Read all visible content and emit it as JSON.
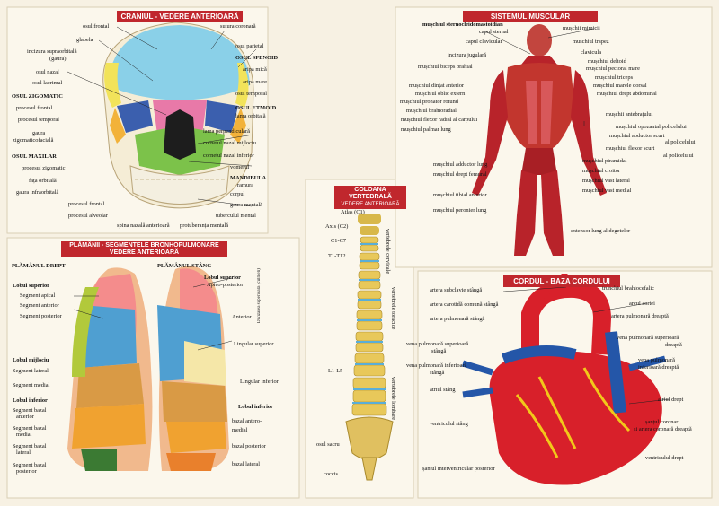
{
  "skull": {
    "title": "CRANIUL - VEDERE ANTERIOARĂ",
    "labels_left": [
      "osul frontal",
      "glabela",
      "incizura supraorbitală",
      "(gaura)",
      "osul nazal",
      "osul lacrimal",
      "OSUL ZIGOMATIC",
      "procesul frontal",
      "procesul temporal",
      "gaura",
      "zigomaticofacială",
      "OSUL MAXILAR",
      "procesul zigomatic",
      "fața orbitală",
      "gaura infraorbitală",
      "procesul frontal",
      "procesul alveolar",
      "spina nazală anterioară"
    ],
    "labels_right": [
      "sutura coronară",
      "osul parietal",
      "OSUL SFENOID",
      "aripa mică",
      "aripa mare",
      "osul temporal",
      "OSUL ETMOID",
      "lama orbitală",
      "lama perpendiculară",
      "cornetul nazal mijlociu",
      "cornetul nazal inferior",
      "vomerul",
      "MANDIBULA",
      "ramura",
      "corpul",
      "gaura mentală",
      "tuberculul mental",
      "protuberanța mentală"
    ]
  },
  "lungs": {
    "title_line1": "PLĂMÂNII - SEGMENTELE BRONHOPULMONARE",
    "title_line2": "VEDERE ANTERIOARĂ",
    "right_lung": "PLĂMÂNUL DREPT",
    "left_lung": "PLĂMÂNUL STÂNG",
    "labels_left": [
      "Lobul superior",
      "Segment apical",
      "Segment anterior",
      "Segment posterior",
      "Lobul mijlociu",
      "Segment lateral",
      "Segment medial",
      "Lobul inferior",
      "Segment bazal",
      "anterior",
      "Segment bazal",
      "medial",
      "Segment bazal",
      "lateral",
      "Segment bazal",
      "posterior"
    ],
    "labels_right": [
      "Lobul superior",
      "Apico-posterior",
      "Anterior",
      "Lingular superior",
      "Lingular inferior",
      "Lobul inferior",
      "bazal antero-",
      "medial",
      "bazal posterior",
      "bazal lateral"
    ],
    "vertical_note": "Divizarea superioară (culmen)"
  },
  "spine": {
    "title_line1": "COLOANA VERTEBRALĂ",
    "title_line2": "VEDERE ANTERIOARĂ",
    "labels": [
      "Atlas (C1)",
      "Axis (C2)",
      "C1-C7",
      "T1-T12",
      "L1-L5",
      "osul sacru",
      "coccis"
    ],
    "vertical_labels": [
      "vertebrele cervicale",
      "vertebrele toracice",
      "vertebrele lombare"
    ]
  },
  "muscles": {
    "title": "SISTEMUL MUSCULAR",
    "labels_left": [
      "mușchiul sternocleidomastoidian",
      "capul sternal",
      "capul clavicular",
      "incizura jugulară",
      "mușchiul biceps brahial",
      "mușchiul dințat anterior",
      "mușchiul oblic extern",
      "mușchiul pronator rotund",
      "mușchiul brahioradial",
      "mușchiul flexor radial al carpului",
      "mușchiul palmar lung",
      "mușchiul adductor lung",
      "mușchiul drept femural",
      "mușchiul tibial anterior",
      "mușchiul peronier lung"
    ],
    "labels_right": [
      "mușchii mimicii",
      "mușchiul trapez",
      "clavicula",
      "mușchiul deltoid",
      "mușchiul pectoral mare",
      "mușchiul triceps",
      "mușchiul marele dorsal",
      "mușchiul drept abdominal",
      "mușchii antebrațului",
      "mușchiul opozantal policelului",
      "mușchiul abductor scurt",
      "al policelului",
      "mușchiul flexor scurt",
      "al policelului",
      "mușchiul piramidal",
      "mușchiul croitor",
      "mușchiul vast lateral",
      "mușchiul vast medial",
      "extensor lung al degetelor"
    ]
  },
  "heart": {
    "title": "CORDUL - BAZA CORDULUI",
    "labels_left": [
      "artera subclavie stângă",
      "artera carotidă comună stângă",
      "artera pulmonară stângă",
      "vena pulmonară superioară",
      "stângă",
      "vena pulmonară inferioară",
      "stângă",
      "atriul stâng",
      "ventriculul stâng",
      "șanțul interventricular posterior"
    ],
    "labels_right": [
      "trunchiul brahiocefalic",
      "arcul aortei",
      "artera pulmonară dreaptă",
      "vena pulmonară superioară",
      "dreaptă",
      "vena pulmonară",
      "inferioară dreaptă",
      "atriul drept",
      "șanțul coronar",
      "și artera coronară dreaptă",
      "ventriculul drept"
    ]
  },
  "colors": {
    "banner": "#c0272d",
    "background": "#f7f1e3",
    "bone": "#efe2c0",
    "muscle": "#b8232a",
    "aorta": "#d8202a",
    "vein": "#2456a8"
  }
}
